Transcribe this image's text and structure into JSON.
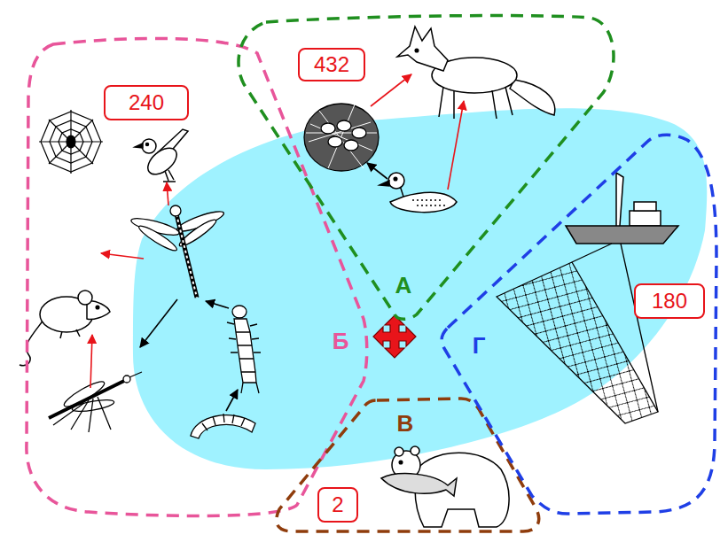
{
  "diagram": {
    "nodes": [
      {
        "text": [
          "Б"
        ]
      },
      {
        "text": [
          "240"
        ],
        "in": 0
      },
      {
        "text": [
          "А"
        ]
      },
      {
        "text": [
          "432"
        ],
        "in": 2
      },
      {
        "text": [
          "В"
        ]
      },
      {
        "text": [
          "2"
        ],
        "in": 4
      },
      {
        "text": [
          "Г"
        ]
      },
      {
        "text": [
          "180"
        ],
        "in": 6
      }
    ]
  }
}
